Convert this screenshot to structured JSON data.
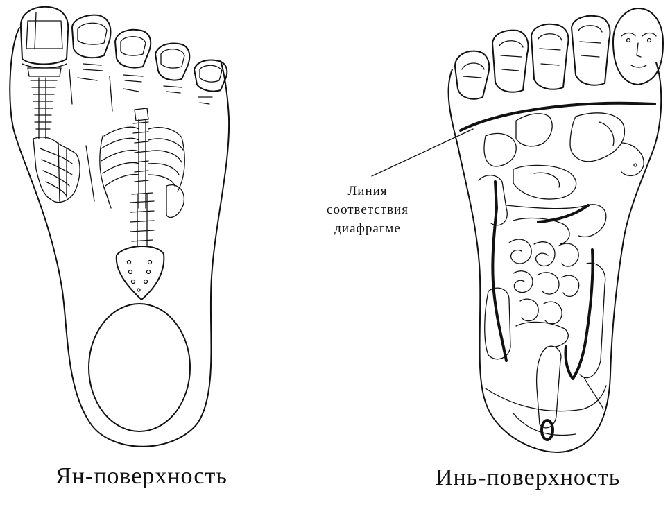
{
  "labels": {
    "yang_surface": "Ян-поверхность",
    "yin_surface": "Инь-поверхность",
    "diaphragm_line": [
      "Линия",
      "соответствия",
      "диафрагме"
    ]
  },
  "colors": {
    "ink": "#111111",
    "background": "#ffffff"
  }
}
